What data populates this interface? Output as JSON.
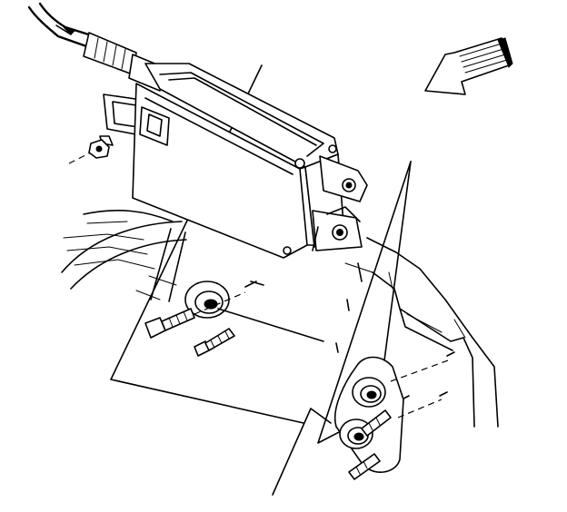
{
  "diagram": {
    "parts": [
      "sensing-module",
      "wiring-harness-connector",
      "mounting-bracket",
      "upper-bolt",
      "upper-screws",
      "lower-screws",
      "nut",
      "vehicle-body-panel"
    ],
    "icons": {
      "direction-arrow": "front-of-vehicle-arrow",
      "harness-arrow": "connector-arrow"
    },
    "colors": {
      "line": "#000000",
      "background": "#ffffff"
    }
  }
}
